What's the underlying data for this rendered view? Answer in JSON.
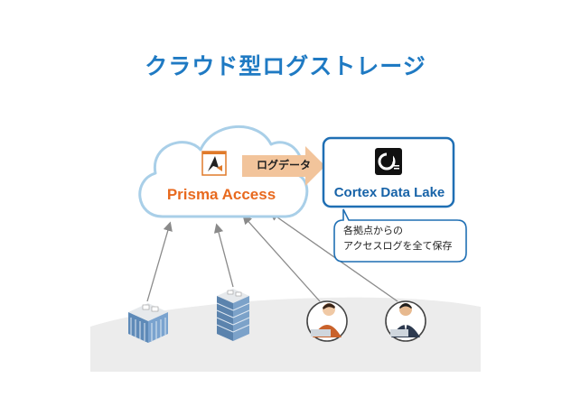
{
  "title": "クラウド型ログストレージ",
  "prisma": {
    "label": "Prisma Access"
  },
  "flow": {
    "label": "ログデータ"
  },
  "cortex": {
    "label": "Cortex Data Lake"
  },
  "note": {
    "line1": "各拠点からの",
    "line2": "アクセスログを全て保存"
  },
  "colors": {
    "title": "#1f7ac3",
    "cloud_outline": "#a9cfe8",
    "prisma_text": "#e86a1f",
    "arrow_fill": "#f2c49b",
    "cortex_border": "#1f6fb4",
    "cortex_text": "#1763a8",
    "ground": "#ececec"
  },
  "sources": [
    {
      "type": "building",
      "icon": "office-building-icon"
    },
    {
      "type": "building",
      "icon": "tower-building-icon"
    },
    {
      "type": "person",
      "icon": "remote-worker-icon"
    },
    {
      "type": "person",
      "icon": "remote-worker-icon"
    }
  ]
}
